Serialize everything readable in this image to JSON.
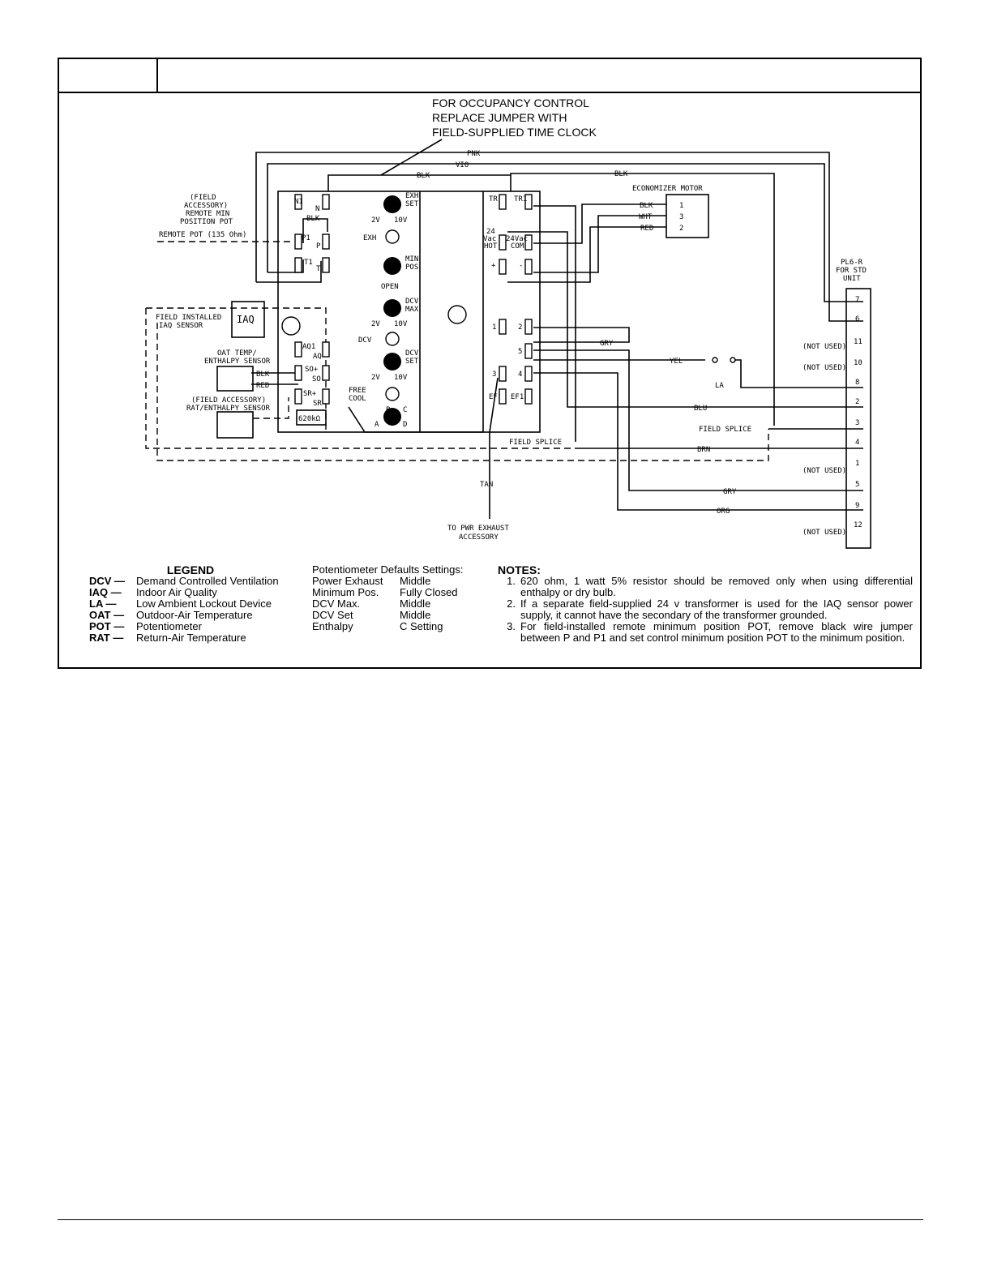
{
  "callout": [
    "FOR OCCUPANCY CONTROL",
    "REPLACE JUMPER WITH",
    "FIELD-SUPPLIED TIME CLOCK"
  ],
  "labels": {
    "economizer_motor": "ECONOMIZER MOTOR",
    "field_accessory_pot": [
      "(FIELD",
      "ACCESSORY)",
      "REMOTE MIN",
      "POSITION POT"
    ],
    "remote_pot": "REMOTE POT (135 Ohm)",
    "iaq_sensor_caption": [
      "FIELD INSTALLED",
      "IAQ SENSOR"
    ],
    "iaq": "IAQ",
    "oat_sensor": [
      "OAT TEMP/",
      "ENTHALPY SENSOR"
    ],
    "rat_sensor": [
      "(FIELD ACCESSORY)",
      "RAT/ENTHALPY SENSOR"
    ],
    "plug": [
      "PL6-R",
      "FOR STD",
      "UNIT"
    ],
    "field_splice": "FIELD SPLICE",
    "power_exhaust": [
      "TO PWR EXHAUST",
      "ACCESSORY"
    ],
    "resistor": "620kΩ",
    "la": "LA",
    "not_used": "(NOT USED)",
    "open": "OPEN",
    "free_cool": [
      "FREE",
      "COOL"
    ]
  },
  "wires": {
    "pnk": "PNK",
    "vio": "VIO",
    "blk": "BLK",
    "wht": "WHT",
    "red": "RED",
    "gry": "GRY",
    "yel": "YEL",
    "blu": "BLU",
    "brn": "BRN",
    "tan": "TAN",
    "org": "ORG"
  },
  "terminals": {
    "n1": "N1",
    "n": "N",
    "p1": "P1",
    "p": "P",
    "t1": "T1",
    "t": "T",
    "aq1": "AQ1",
    "aq": "AQ",
    "so_plus": "SO+",
    "so": "SO",
    "sr_plus": "SR+",
    "sr": "SR",
    "tr": "TR",
    "tr1": "TR1",
    "vac24": [
      "24",
      "Vac",
      "HOT"
    ],
    "com24": [
      "24Vac",
      "COM"
    ],
    "plus": "+",
    "minus": "-",
    "ef": "EF",
    "ef1": "EF1",
    "t1n": "1",
    "t2n": "2",
    "t3n": "3",
    "t4n": "4",
    "t5n": "5"
  },
  "pots": {
    "exh_set": [
      "EXH",
      "SET"
    ],
    "exh": "EXH",
    "min_pos": [
      "MIN",
      "POS"
    ],
    "dcv_max": [
      "DCV",
      "MAX"
    ],
    "dcv": "DCV",
    "dcv_set": [
      "DCV",
      "SET"
    ],
    "v2": "2V",
    "v10": "10V",
    "b": "B",
    "c": "C",
    "a": "A",
    "d": "D"
  },
  "motor_pins": [
    "1",
    "3",
    "2"
  ],
  "plug_pins": [
    "7",
    "6",
    "11",
    "10",
    "8",
    "2",
    "3",
    "4",
    "1",
    "5",
    "9",
    "12"
  ],
  "legend": {
    "title": "LEGEND",
    "items": [
      {
        "abbr": "DCV —",
        "text": "Demand Controlled Ventilation"
      },
      {
        "abbr": "IAQ —",
        "text": "Indoor Air Quality"
      },
      {
        "abbr": "LA  —",
        "text": "Low Ambient Lockout Device"
      },
      {
        "abbr": "OAT —",
        "text": "Outdoor-Air Temperature"
      },
      {
        "abbr": "POT —",
        "text": "Potentiometer"
      },
      {
        "abbr": "RAT —",
        "text": "Return-Air Temperature"
      }
    ]
  },
  "pot_defaults": {
    "title": "Potentiometer Defaults Settings:",
    "items": [
      {
        "k": "Power Exhaust",
        "v": "Middle"
      },
      {
        "k": "Minimum Pos.",
        "v": "Fully Closed"
      },
      {
        "k": "DCV Max.",
        "v": "Middle"
      },
      {
        "k": "DCV Set",
        "v": "Middle"
      },
      {
        "k": "Enthalpy",
        "v": "C Setting"
      }
    ]
  },
  "notes": {
    "title": "NOTES:",
    "items": [
      {
        "n": "1.",
        "text": "620 ohm, 1 watt 5% resistor should be removed only when using differential enthalpy or dry bulb."
      },
      {
        "n": "2.",
        "text": "If a separate field-supplied 24 v transformer is used for the IAQ sensor power supply, it cannot have the secondary of the transformer grounded."
      },
      {
        "n": "3.",
        "text": "For field-installed remote minimum position POT, remove black wire jumper between P and P1 and set control minimum position POT to the minimum position."
      }
    ]
  }
}
